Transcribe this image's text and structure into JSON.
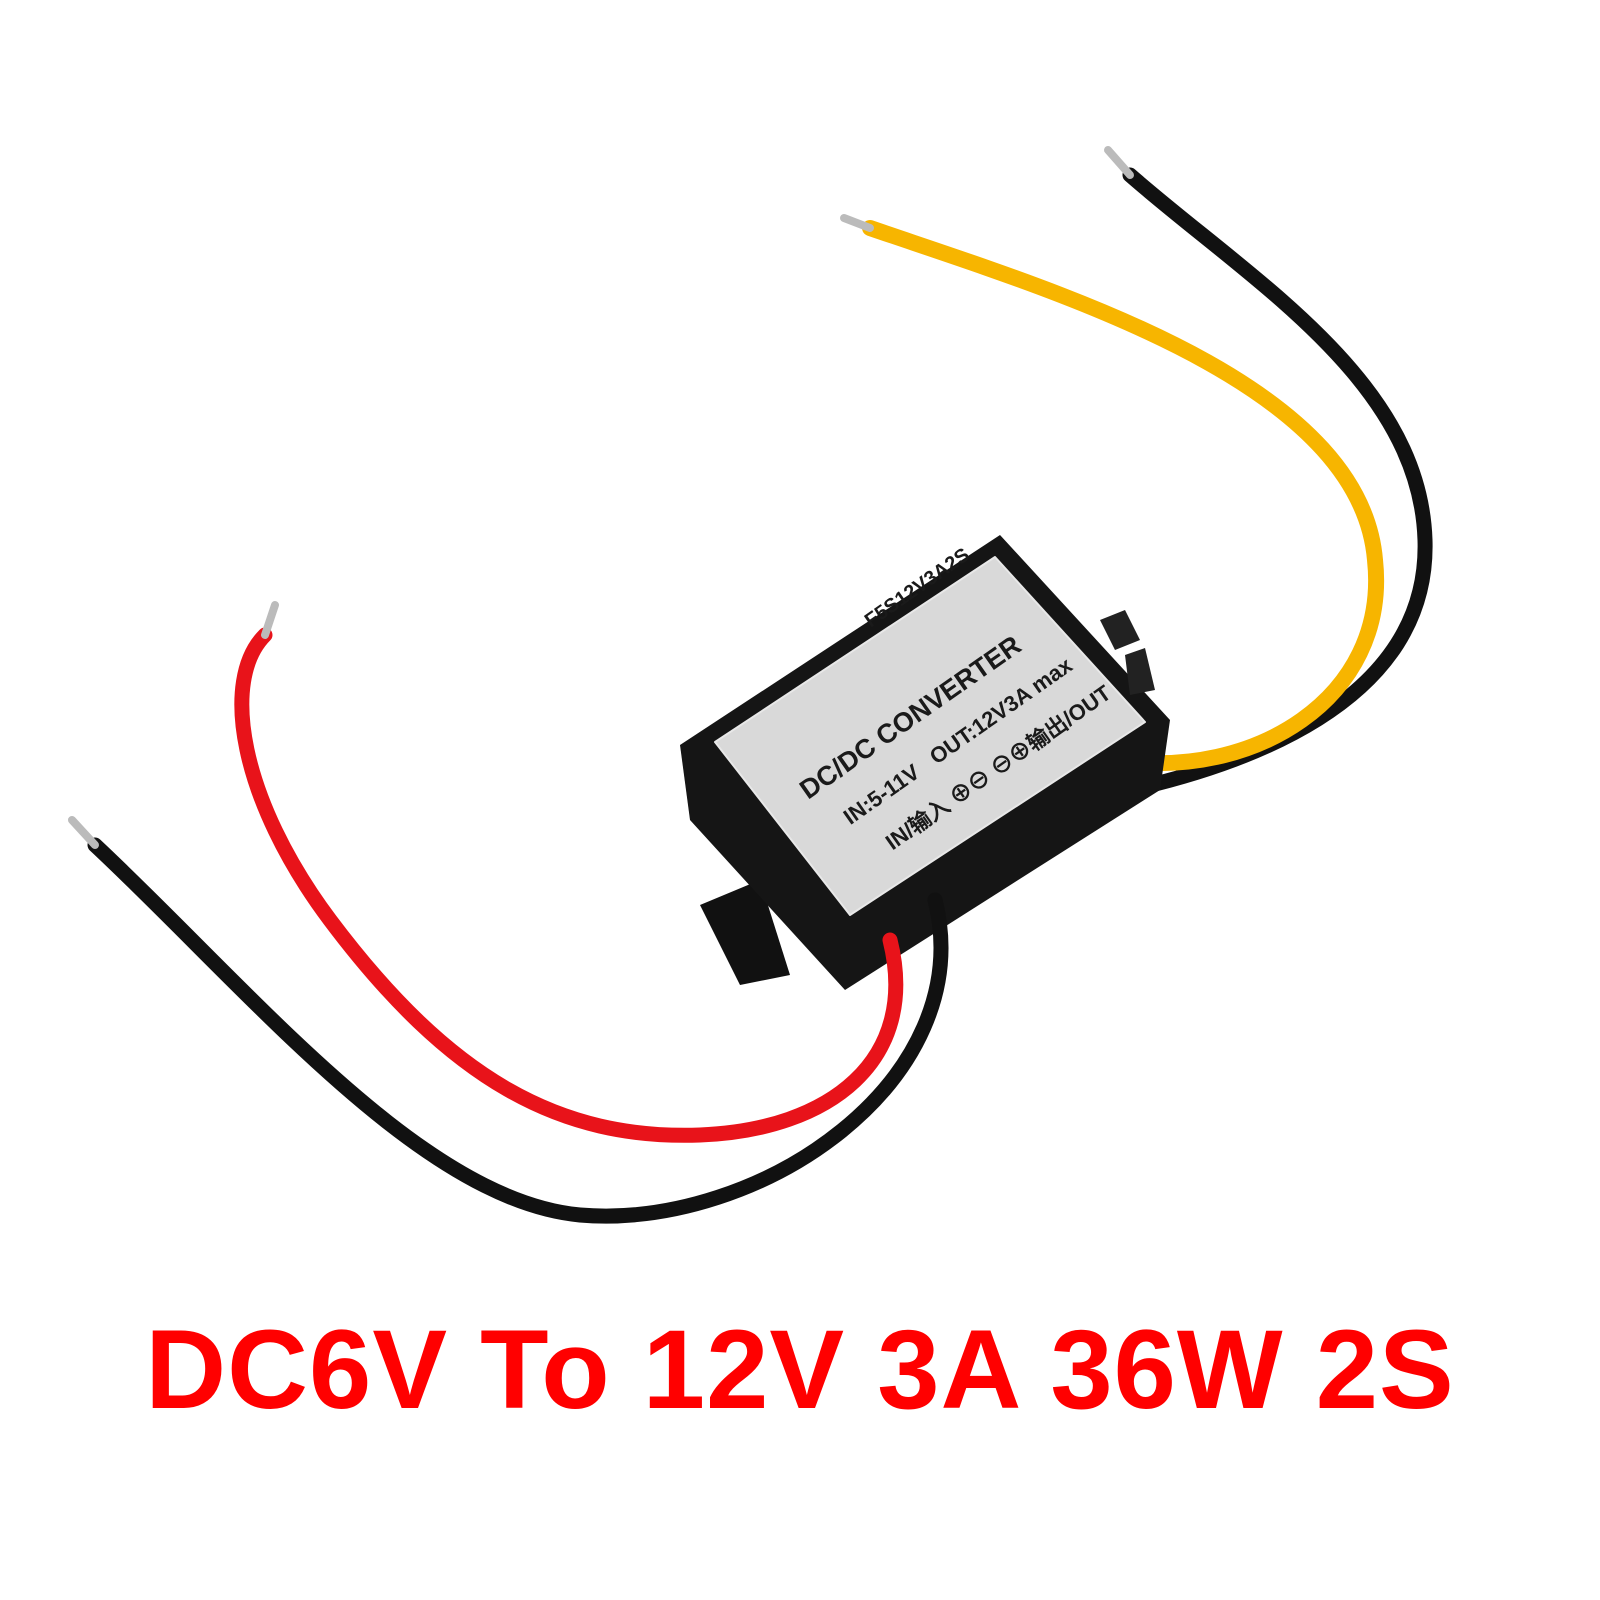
{
  "product": {
    "caption": "DC6V To 12V 3A 36W 2S",
    "label": {
      "model": "F5S12V3A2S",
      "title": "DC/DC CONVERTER",
      "spec": "IN:5-11V   OUT:12V3A max",
      "terminals": "IN/输入 ⊕⊖ ⊖⊕输出/OUT"
    }
  },
  "colors": {
    "caption": "#ff0000",
    "wire_red": "#e8131a",
    "wire_black": "#111111",
    "wire_yellow": "#f7b500",
    "housing": "#151515",
    "label_bg": "#d9d9d9"
  }
}
